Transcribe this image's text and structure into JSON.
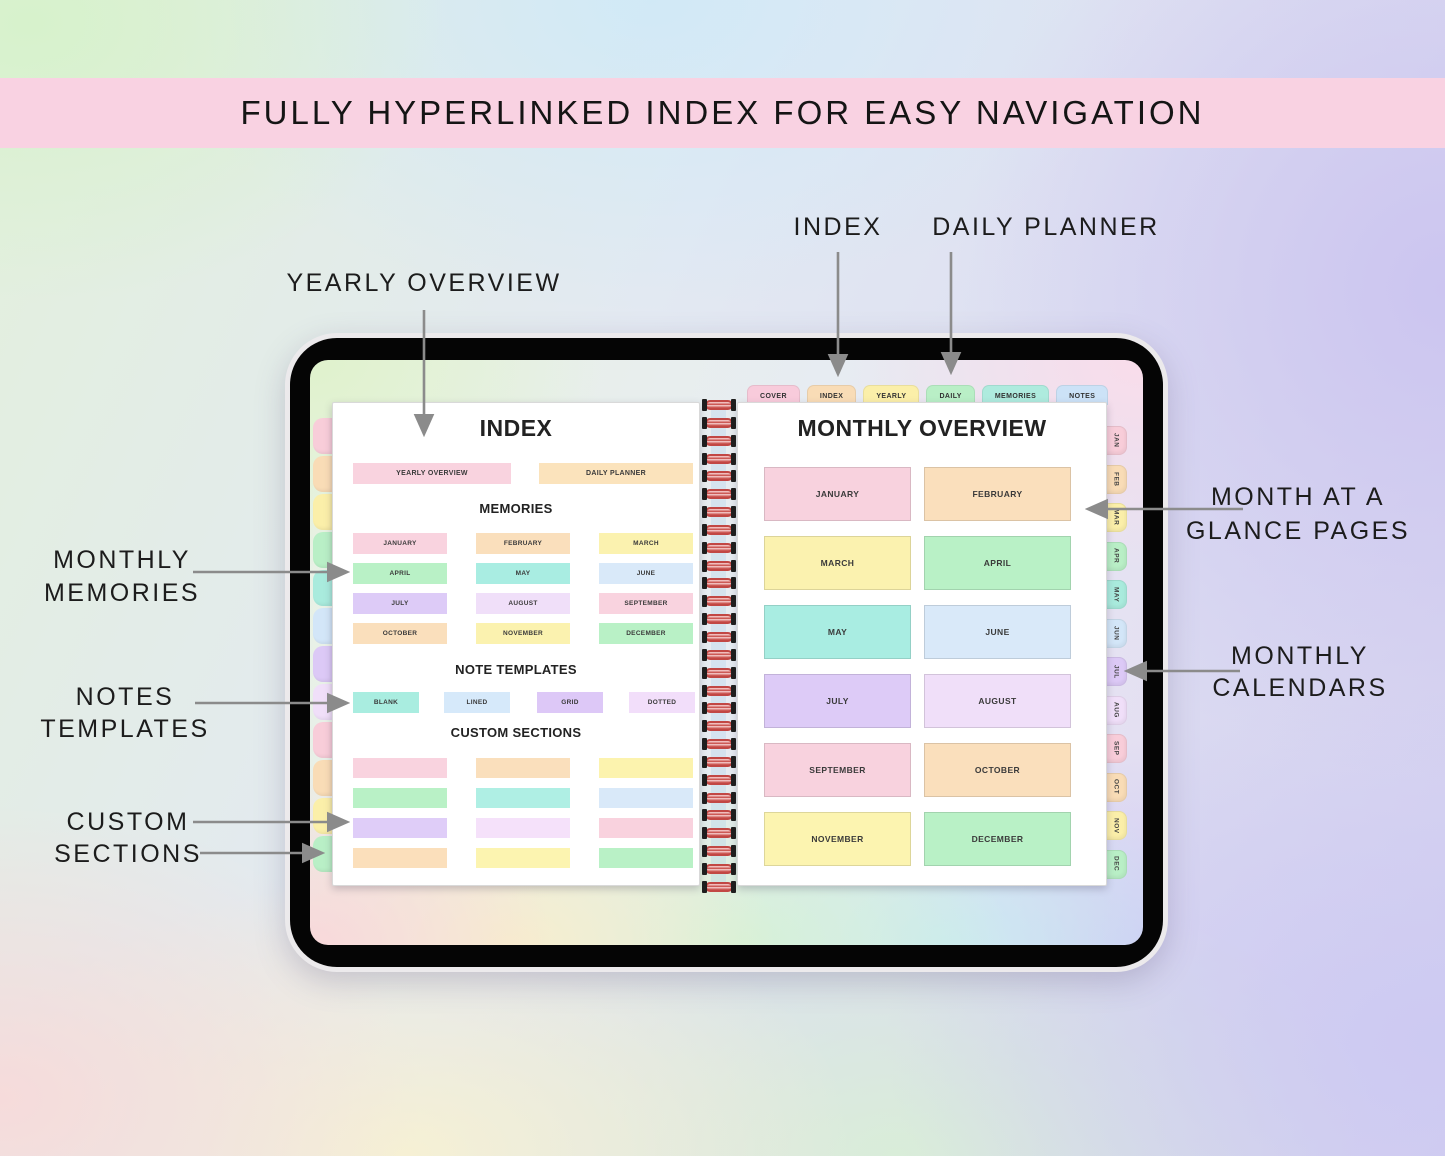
{
  "banner": {
    "title": "FULLY HYPERLINKED INDEX FOR EASY NAVIGATION"
  },
  "annotations": {
    "index": "INDEX",
    "daily_planner": "DAILY PLANNER",
    "yearly_overview": "YEARLY OVERVIEW",
    "monthly_memories": {
      "line1": "MONTHLY",
      "line2": "MEMORIES"
    },
    "notes_templates": {
      "line1": "NOTES",
      "line2": "TEMPLATES"
    },
    "custom_sections": {
      "line1": "CUSTOM",
      "line2": "SECTIONS"
    },
    "month_at_a_glance": {
      "line1": "MONTH AT A",
      "line2": "GLANCE PAGES"
    },
    "monthly_calendars": {
      "line1": "MONTHLY",
      "line2": "CALENDARS"
    }
  },
  "planner": {
    "top_tabs": [
      {
        "label": "COVER",
        "color": "#f8cbdb"
      },
      {
        "label": "INDEX",
        "color": "#f9dcb6"
      },
      {
        "label": "YEARLY",
        "color": "#fbefa9"
      },
      {
        "label": "DAILY",
        "color": "#b9efc6"
      },
      {
        "label": "MEMORIES",
        "color": "#aeebde"
      },
      {
        "label": "NOTES",
        "color": "#cce2f7"
      }
    ],
    "side_tabs": [
      {
        "label": "JAN",
        "color": "#f8cdd9"
      },
      {
        "label": "FEB",
        "color": "#f9dcb6"
      },
      {
        "label": "MAR",
        "color": "#fbefa9"
      },
      {
        "label": "APR",
        "color": "#b9efc6"
      },
      {
        "label": "MAY",
        "color": "#a9ebdd"
      },
      {
        "label": "JUN",
        "color": "#d3e6f8"
      },
      {
        "label": "JUL",
        "color": "#dcc9f6"
      },
      {
        "label": "AUG",
        "color": "#f0dff9"
      },
      {
        "label": "SEP",
        "color": "#f8cdd9"
      },
      {
        "label": "OCT",
        "color": "#f9dcb6"
      },
      {
        "label": "NOV",
        "color": "#fbefa9"
      },
      {
        "label": "DEC",
        "color": "#b9efc6"
      }
    ]
  },
  "left_page": {
    "title": "INDEX",
    "quick_links": [
      {
        "label": "YEARLY OVERVIEW",
        "color": "#f9d3df"
      },
      {
        "label": "DAILY PLANNER",
        "color": "#fbe3bc"
      }
    ],
    "memories": {
      "heading": "MEMORIES",
      "items": [
        {
          "label": "JANUARY",
          "color": "#f9d3df"
        },
        {
          "label": "FEBRUARY",
          "color": "#fadfbc"
        },
        {
          "label": "MARCH",
          "color": "#fbf2af"
        },
        {
          "label": "APRIL",
          "color": "#b9f1c6"
        },
        {
          "label": "MAY",
          "color": "#a9ede2"
        },
        {
          "label": "JUNE",
          "color": "#d9e9f9"
        },
        {
          "label": "JULY",
          "color": "#ddcbf7"
        },
        {
          "label": "AUGUST",
          "color": "#f0dff9"
        },
        {
          "label": "SEPTEMBER",
          "color": "#f9d3df"
        },
        {
          "label": "OCTOBER",
          "color": "#fadfbc"
        },
        {
          "label": "NOVEMBER",
          "color": "#fbf2af"
        },
        {
          "label": "DECEMBER",
          "color": "#b9f1c6"
        }
      ]
    },
    "note_templates": {
      "heading": "NOTE TEMPLATES",
      "items": [
        {
          "label": "BLANK",
          "color": "#a9ede0"
        },
        {
          "label": "LINED",
          "color": "#d6e9fa"
        },
        {
          "label": "GRID",
          "color": "#ddc8f7"
        },
        {
          "label": "DOTTED",
          "color": "#f2defa"
        }
      ]
    },
    "custom_sections": {
      "heading": "CUSTOM SECTIONS",
      "colors": [
        "#f9d3df",
        "#fadfbc",
        "#fcf3ae",
        "#b9f1c6",
        "#afefe4",
        "#d9e9f9",
        "#dfcdf8",
        "#f5e1fa",
        "#f9d2de",
        "#fbdfbb",
        "#fcf4b0",
        "#b9f1c6"
      ]
    }
  },
  "right_page": {
    "title": "MONTHLY OVERVIEW",
    "months": [
      {
        "label": "JANUARY",
        "color": "#f8d2de"
      },
      {
        "label": "FEBRUARY",
        "color": "#fadfbc"
      },
      {
        "label": "MARCH",
        "color": "#fbf2af"
      },
      {
        "label": "APRIL",
        "color": "#b9f1c6"
      },
      {
        "label": "MAY",
        "color": "#a9ede2"
      },
      {
        "label": "JUNE",
        "color": "#d9e9f9"
      },
      {
        "label": "JULY",
        "color": "#ddcbf7"
      },
      {
        "label": "AUGUST",
        "color": "#f0dff9"
      },
      {
        "label": "SEPTEMBER",
        "color": "#f8d2de"
      },
      {
        "label": "OCTOBER",
        "color": "#fadfbc"
      },
      {
        "label": "NOVEMBER",
        "color": "#fcf4b0"
      },
      {
        "label": "DECEMBER",
        "color": "#b9f1c6"
      }
    ]
  }
}
